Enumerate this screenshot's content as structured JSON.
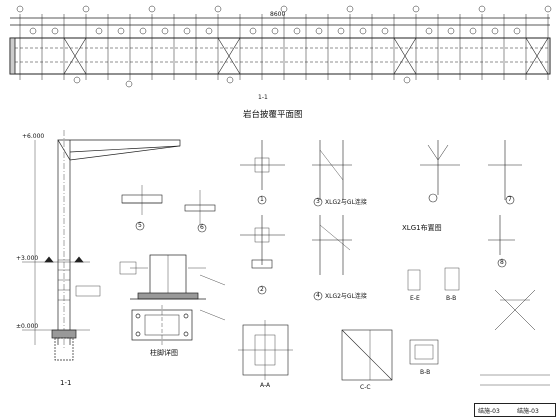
{
  "plan": {
    "title": "岩台披覆平面图",
    "total_dim": "8600",
    "section_mark": "1-1"
  },
  "details": {
    "column_section_label": "1-1",
    "column_foot_label": "柱脚详图",
    "xlg1_layout_label": "XLG1布置图",
    "xlg2_connect_label_1": "XLG2与GL连接",
    "xlg2_connect_label_2": "XLG2与GL连接",
    "section_aa": "A-A",
    "section_cc": "C-C",
    "section_bb": "B-B",
    "section_ee": "E-E",
    "section_bb_small": "B-B",
    "elev_0": "±0.000",
    "elev_top": "+6.000",
    "elev_mid": "+3.000",
    "note_1": "1",
    "note_2": "2",
    "note_3": "3",
    "note_4": "4",
    "note_5": "5",
    "note_6": "6",
    "note_7": "7",
    "note_8": "8"
  },
  "titleblock": {
    "drawing_no": "结施-03",
    "sheet": "结施-03"
  }
}
